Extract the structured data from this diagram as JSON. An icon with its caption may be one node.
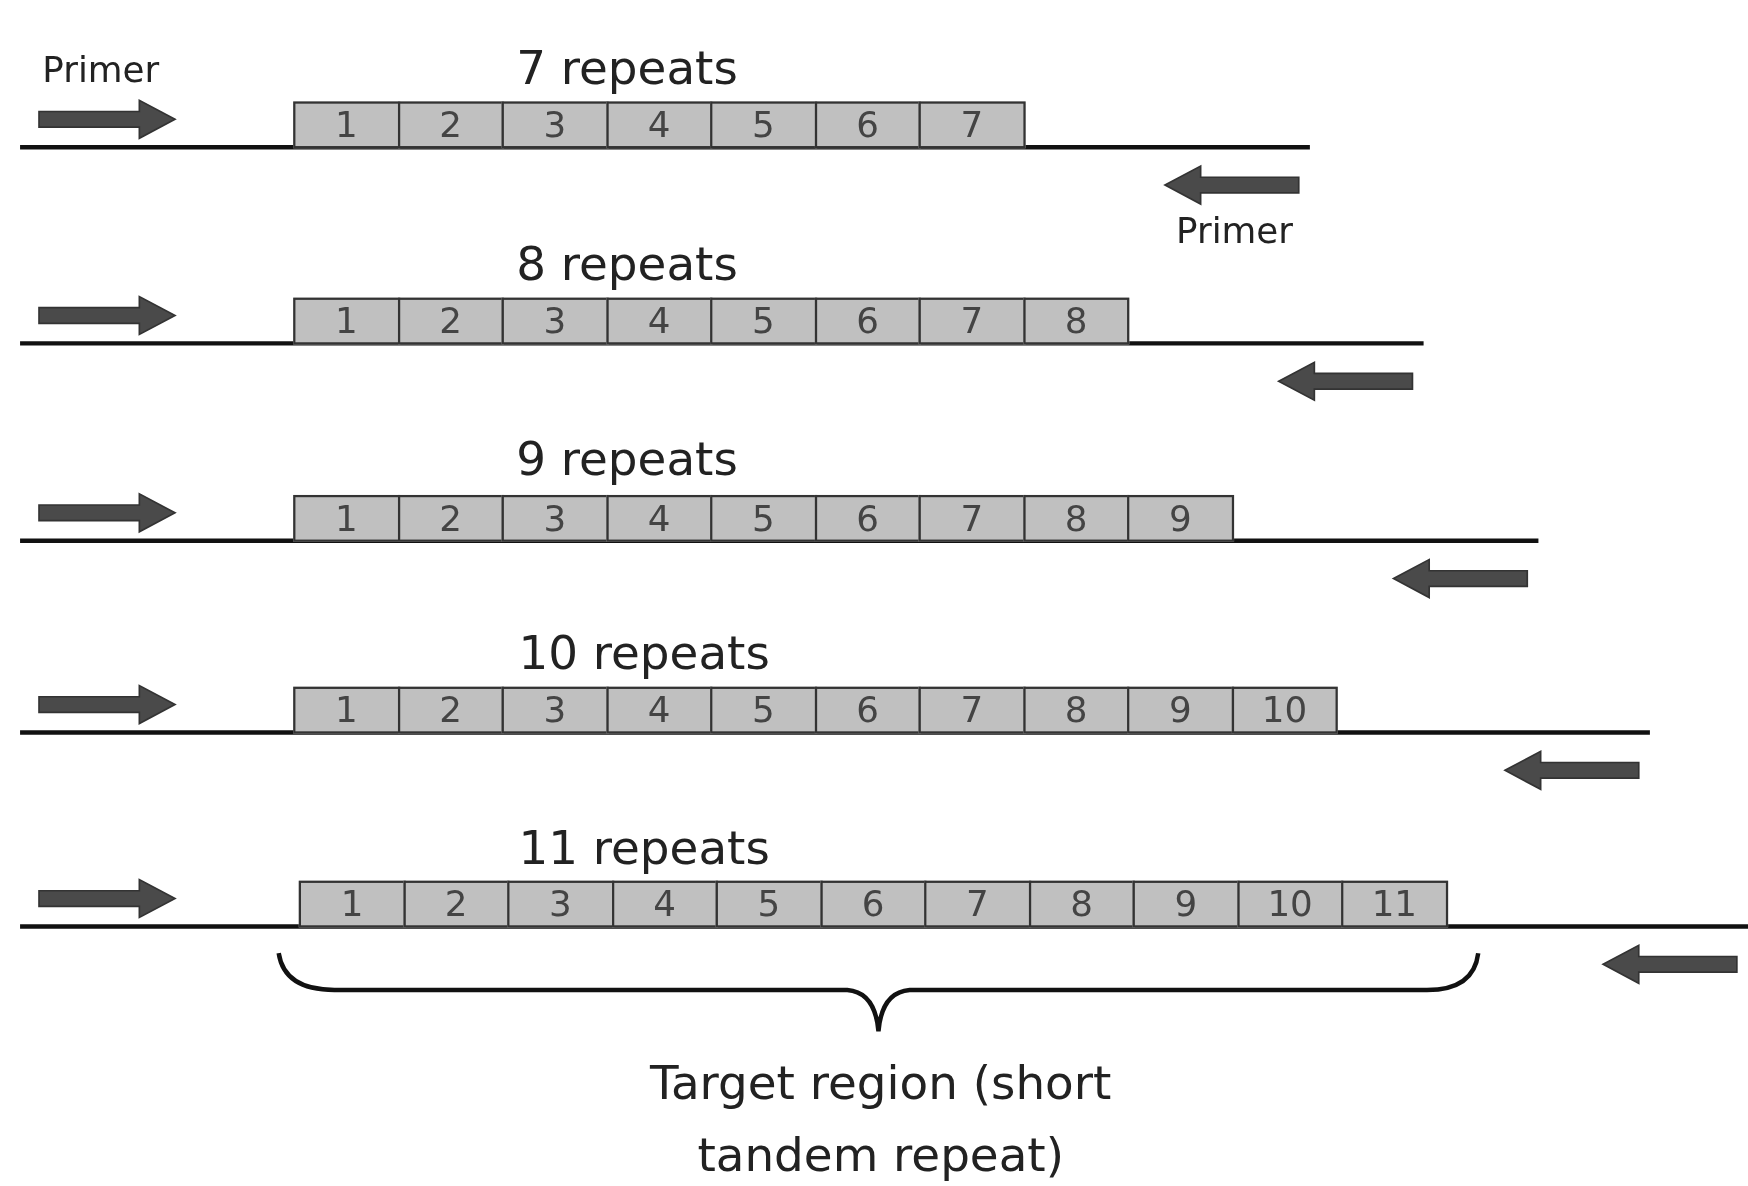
{
  "diagram": {
    "nodes": [
      {
        "text": [
          "1"
        ]
      },
      {
        "text": [
          "2"
        ]
      },
      {
        "text": [
          "3"
        ]
      },
      {
        "text": [
          "4"
        ]
      },
      {
        "text": [
          "5"
        ]
      },
      {
        "text": [
          "6"
        ]
      },
      {
        "text": [
          "7"
        ]
      },
      {
        "text": [
          "1"
        ]
      },
      {
        "text": [
          "2"
        ]
      },
      {
        "text": [
          "3"
        ]
      },
      {
        "text": [
          "4"
        ]
      },
      {
        "text": [
          "5"
        ]
      },
      {
        "text": [
          "6"
        ]
      },
      {
        "text": [
          "7"
        ]
      },
      {
        "text": [
          "8"
        ]
      },
      {
        "text": [
          "1"
        ]
      },
      {
        "text": [
          "2"
        ]
      },
      {
        "text": [
          "3"
        ]
      },
      {
        "text": [
          "4"
        ]
      },
      {
        "text": [
          "5"
        ]
      },
      {
        "text": [
          "6"
        ]
      },
      {
        "text": [
          "7"
        ]
      },
      {
        "text": [
          "8"
        ]
      },
      {
        "text": [
          "9"
        ]
      },
      {
        "text": [
          "1"
        ]
      },
      {
        "text": [
          "2"
        ]
      },
      {
        "text": [
          "3"
        ]
      },
      {
        "text": [
          "4"
        ]
      },
      {
        "text": [
          "5"
        ]
      },
      {
        "text": [
          "6"
        ]
      },
      {
        "text": [
          "7"
        ]
      },
      {
        "text": [
          "8"
        ]
      },
      {
        "text": [
          "9"
        ]
      },
      {
        "text": [
          "10"
        ]
      },
      {
        "text": [
          "1"
        ]
      },
      {
        "text": [
          "2"
        ]
      },
      {
        "text": [
          "3"
        ]
      },
      {
        "text": [
          "4"
        ]
      },
      {
        "text": [
          "5"
        ]
      },
      {
        "text": [
          "6"
        ]
      },
      {
        "text": [
          "7"
        ]
      },
      {
        "text": [
          "8"
        ]
      },
      {
        "text": [
          "9"
        ]
      },
      {
        "text": [
          "10"
        ]
      },
      {
        "text": [
          "11"
        ]
      }
    ],
    "labels": [
      "Primer",
      "7 repeats",
      "Primer",
      "8 repeats",
      "9 repeats",
      "10 repeats",
      "11 repeats",
      "Target region (short tandem repeat)"
    ]
  }
}
